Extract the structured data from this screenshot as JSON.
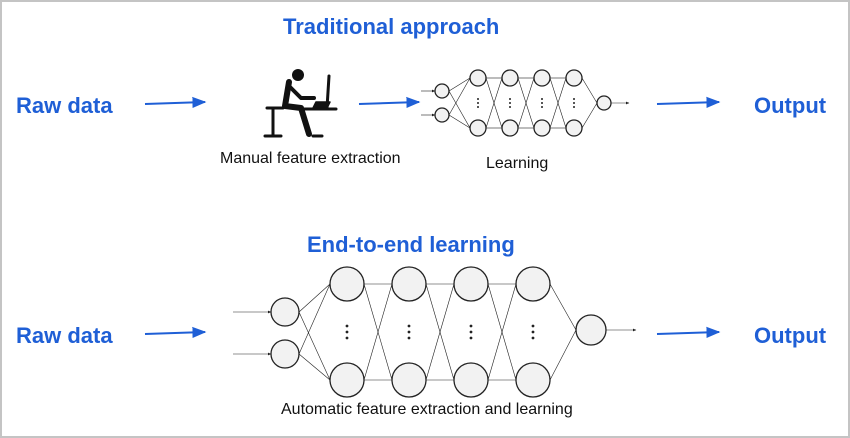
{
  "traditional": {
    "title": "Traditional approach",
    "input_label": "Raw data",
    "output_label": "Output",
    "step1_caption": "Manual feature extraction",
    "step2_caption": "Learning"
  },
  "end_to_end": {
    "title": "End-to-end learning",
    "input_label": "Raw data",
    "output_label": "Output",
    "caption": "Automatic feature extraction and learning"
  },
  "colors": {
    "accent": "#1f5fd6",
    "ink": "#222222",
    "node_fill": "#f2f2f2",
    "border": "#c4c4c4"
  },
  "icons": {
    "person": "person-at-computer-icon",
    "arrow": "arrow-right-icon",
    "network": "neural-network-icon"
  }
}
